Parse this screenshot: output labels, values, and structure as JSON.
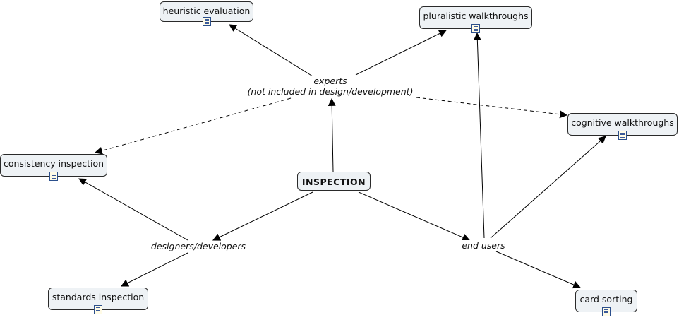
{
  "root": {
    "label": "INSPECTION"
  },
  "links": {
    "experts_line1": "experts",
    "experts_line2": "(not included in design/development)",
    "designers": "designers/developers",
    "end_users": "end users"
  },
  "concepts": {
    "heuristic": "heuristic evaluation",
    "pluralistic": "pluralistic walkthroughs",
    "cognitive": "cognitive walkthroughs",
    "consistency": "consistency inspection",
    "standards": "standards inspection",
    "card_sorting": "card sorting"
  },
  "icons": {
    "resource": "document-icon"
  },
  "colors": {
    "node_fill": "#eef2f5",
    "stroke": "#000000"
  }
}
